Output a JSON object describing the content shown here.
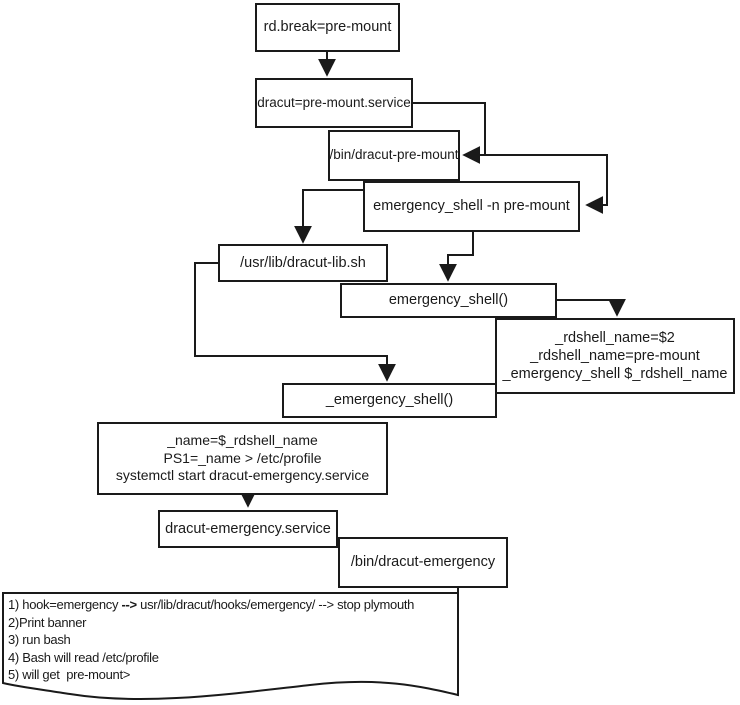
{
  "style": {
    "line_color": "#1a1a1a",
    "background": "#ffffff",
    "text_color": "#1a1a1a"
  },
  "diagram": {
    "nodes": {
      "rd_break": {
        "label": "rd.break=pre-mount"
      },
      "dracut_service": {
        "label": "dracut=pre-mount.service"
      },
      "bin_pre_mount": {
        "label": "/bin/dracut-pre-mount"
      },
      "emergency_n": {
        "label": "emergency_shell -n pre-mount"
      },
      "dracut_lib": {
        "label": "/usr/lib/dracut-lib.sh"
      },
      "emergency_fn": {
        "label": "emergency_shell()"
      },
      "rdshell": {
        "lines": [
          "_rdshell_name=$2",
          "_rdshell_name=pre-mount",
          "_emergency_shell $_rdshell_name"
        ]
      },
      "emergency_fn_private": {
        "label": "_emergency_shell()"
      },
      "profile_setup": {
        "lines": [
          "_name=$_rdshell_name",
          "PS1=_name > /etc/profile",
          "systemctl start dracut-emergency.service"
        ]
      },
      "dracut_emergency_service": {
        "label": "dracut-emergency.service"
      },
      "bin_dracut_emergency": {
        "label": "/bin/dracut-emergency"
      },
      "emergency_steps": {
        "line1_prefix": "1) hook=emergency ",
        "line1_arrow": "-->",
        "line1_rest": " usr/lib/dracut/hooks/emergency/ --> stop plymouth",
        "line2": "2)Print banner",
        "line3": "3) run bash",
        "line4": "4) Bash will read /etc/profile",
        "line5": "5) will get  pre-mount>"
      }
    }
  }
}
